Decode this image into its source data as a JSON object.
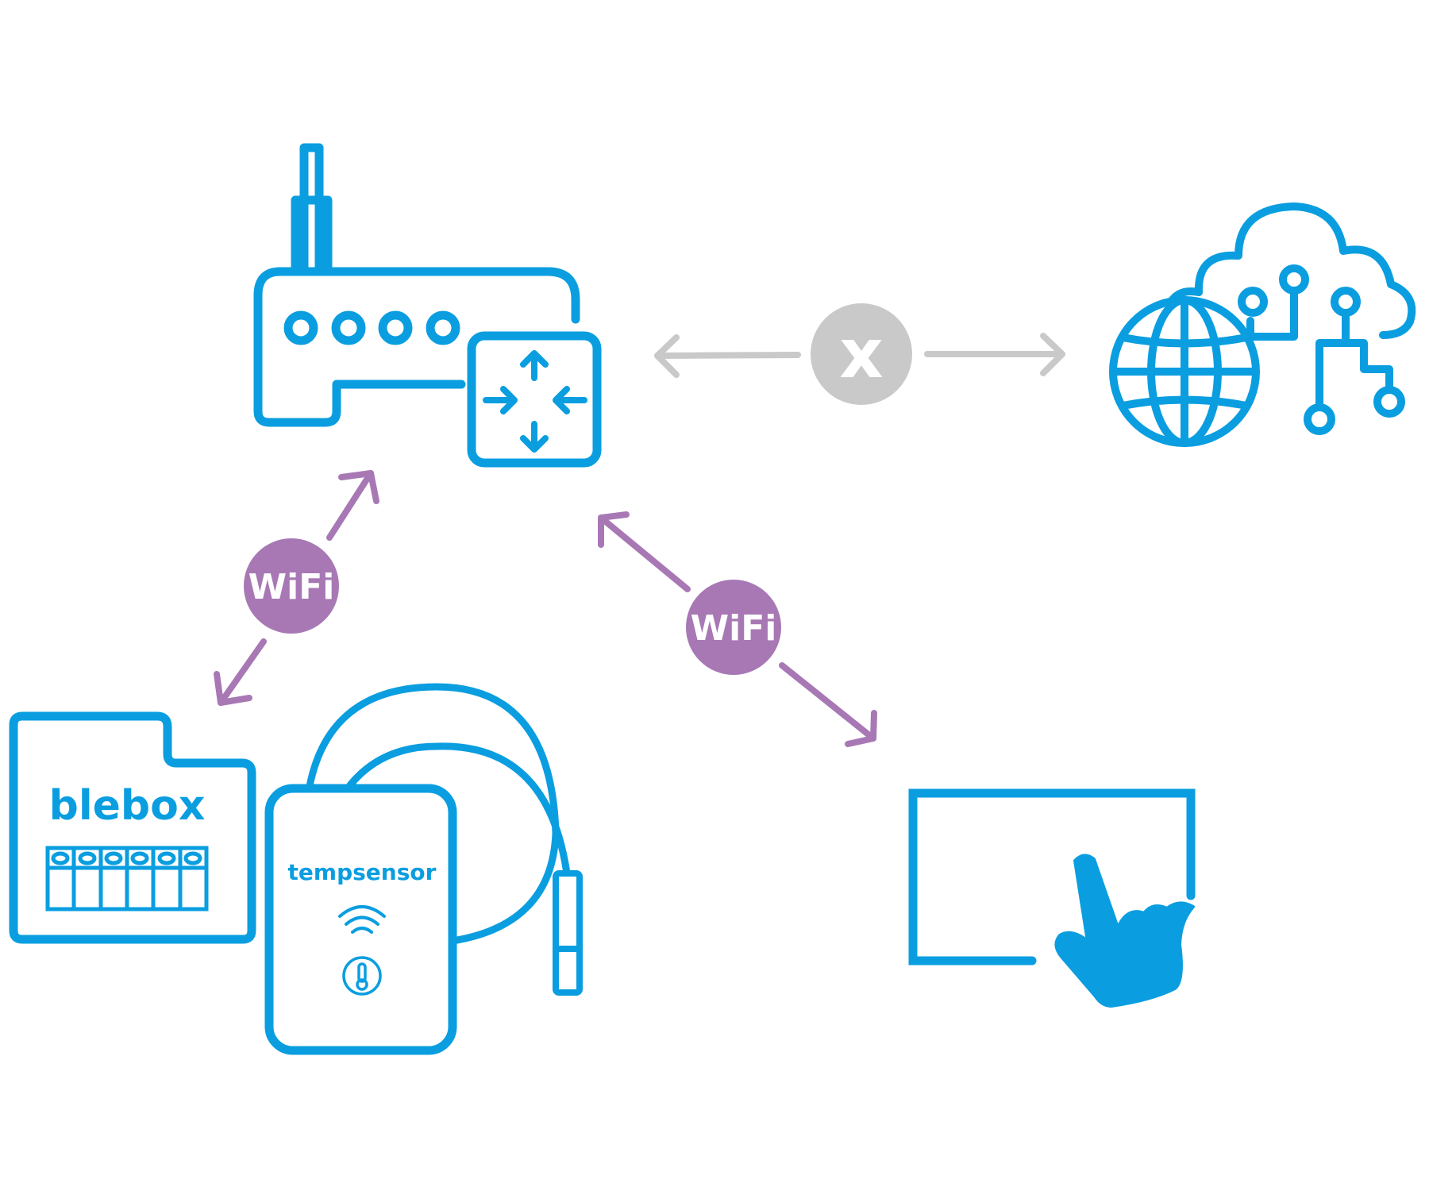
{
  "colors": {
    "device_blue": "#0a9ee0",
    "wifi_purple": "#a878b5",
    "blocked_gray": "#c9c9c9",
    "background": "#ffffff"
  },
  "icons": {
    "router": "router-icon",
    "internet": "globe-cloud-icon",
    "controller": "blebox-controller-icon",
    "sensor": "tempsensor-icon",
    "touch_panel": "touch-screen-icon",
    "blocked": "x-icon"
  },
  "labels": {
    "wifi_left": "WiFi",
    "wifi_right": "WiFi",
    "blocked": "x",
    "controller_brand": "blebox",
    "sensor_brand": "tempsensor"
  }
}
